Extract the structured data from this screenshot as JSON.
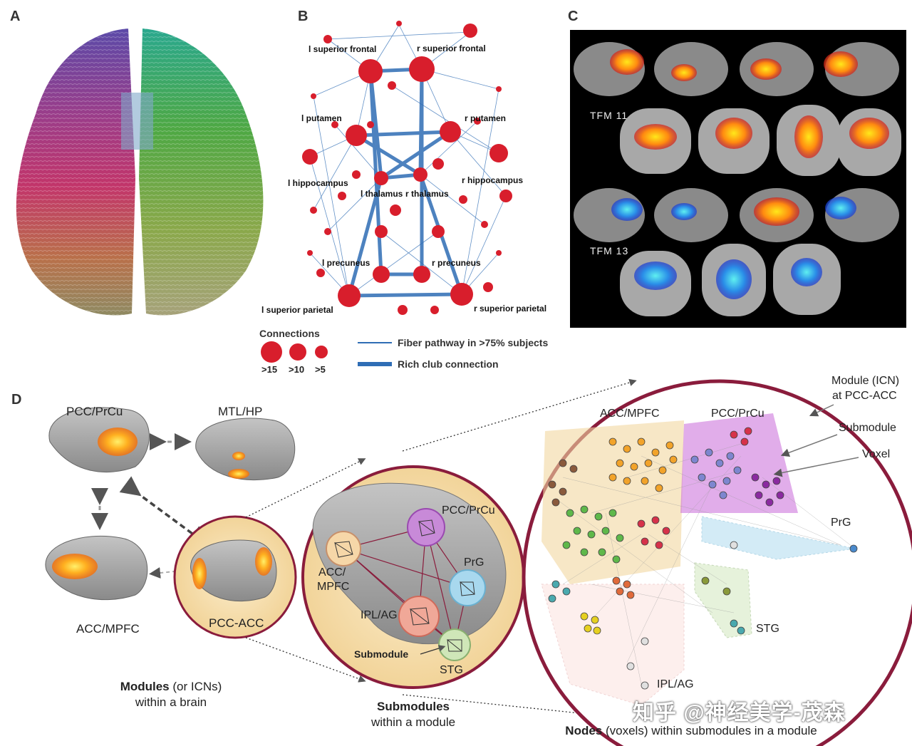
{
  "panels": {
    "a": {
      "letter": "A"
    },
    "b": {
      "letter": "B"
    },
    "c": {
      "letter": "C"
    },
    "d": {
      "letter": "D"
    }
  },
  "panel_b": {
    "region_labels": [
      "l superior frontal",
      "r superior frontal",
      "l putamen",
      "r putamen",
      "l hippocampus",
      "r hippocampus",
      "l thalamus",
      "r thalamus",
      "l precuneus",
      "r precuneus",
      "l superior parietal",
      "r superior parietal"
    ],
    "legend": {
      "title": "Connections",
      "sizes": [
        ">15",
        ">10",
        ">5"
      ],
      "fiber_pathway": "Fiber pathway in >75% subjects",
      "rich_club": "Rich club connection"
    },
    "colors": {
      "node": "#d81e2c",
      "edge": "#2f6db5"
    }
  },
  "panel_c": {
    "labels": [
      "TFM 11",
      "TFM 13"
    ]
  },
  "panel_d": {
    "left": {
      "pcc_prcu": "PCC/PrCu",
      "mtl_hp": "MTL/HP",
      "acc_mpfc": "ACC/MPFC",
      "pcc_acc": "PCC-ACC",
      "caption_bold": "Modules",
      "caption_rest": " (or ICNs)",
      "caption_line2": "within a brain"
    },
    "middle": {
      "pcc_prcu": "PCC/PrCu",
      "prg": "PrG",
      "acc": "ACC/",
      "mpfc": "MPFC",
      "ipl_ag": "IPL/AG",
      "submodule": "Submodule",
      "stg": "STG",
      "caption_bold": "Submodules",
      "caption_line2": "within a module"
    },
    "right": {
      "acc_mpfc": "ACC/MPFC",
      "pcc_prcu": "PCC/PrCu",
      "prg": "PrG",
      "stg": "STG",
      "ipl_ag": "IPL/AG",
      "module_icn_1": "Module (ICN)",
      "module_icn_2": "at PCC-ACC",
      "submodule": "Submodule",
      "voxel": "Voxel",
      "caption_bold": "Nodes",
      "caption_rest": " (voxels) within submodules in a module"
    },
    "colors": {
      "ring": "#8a1c3c",
      "fill": "#f7e4bc",
      "orange": "#f2a32a",
      "green": "#5fb84a",
      "red": "#d6324a",
      "purple": "#8a2aa0",
      "blue": "#7d86cf",
      "brown": "#8a5a3c",
      "teal": "#4aa9ae",
      "yellow": "#e6d020",
      "cyan": "#8cc9e0"
    }
  },
  "watermark": "知乎 @神经美学-茂森"
}
